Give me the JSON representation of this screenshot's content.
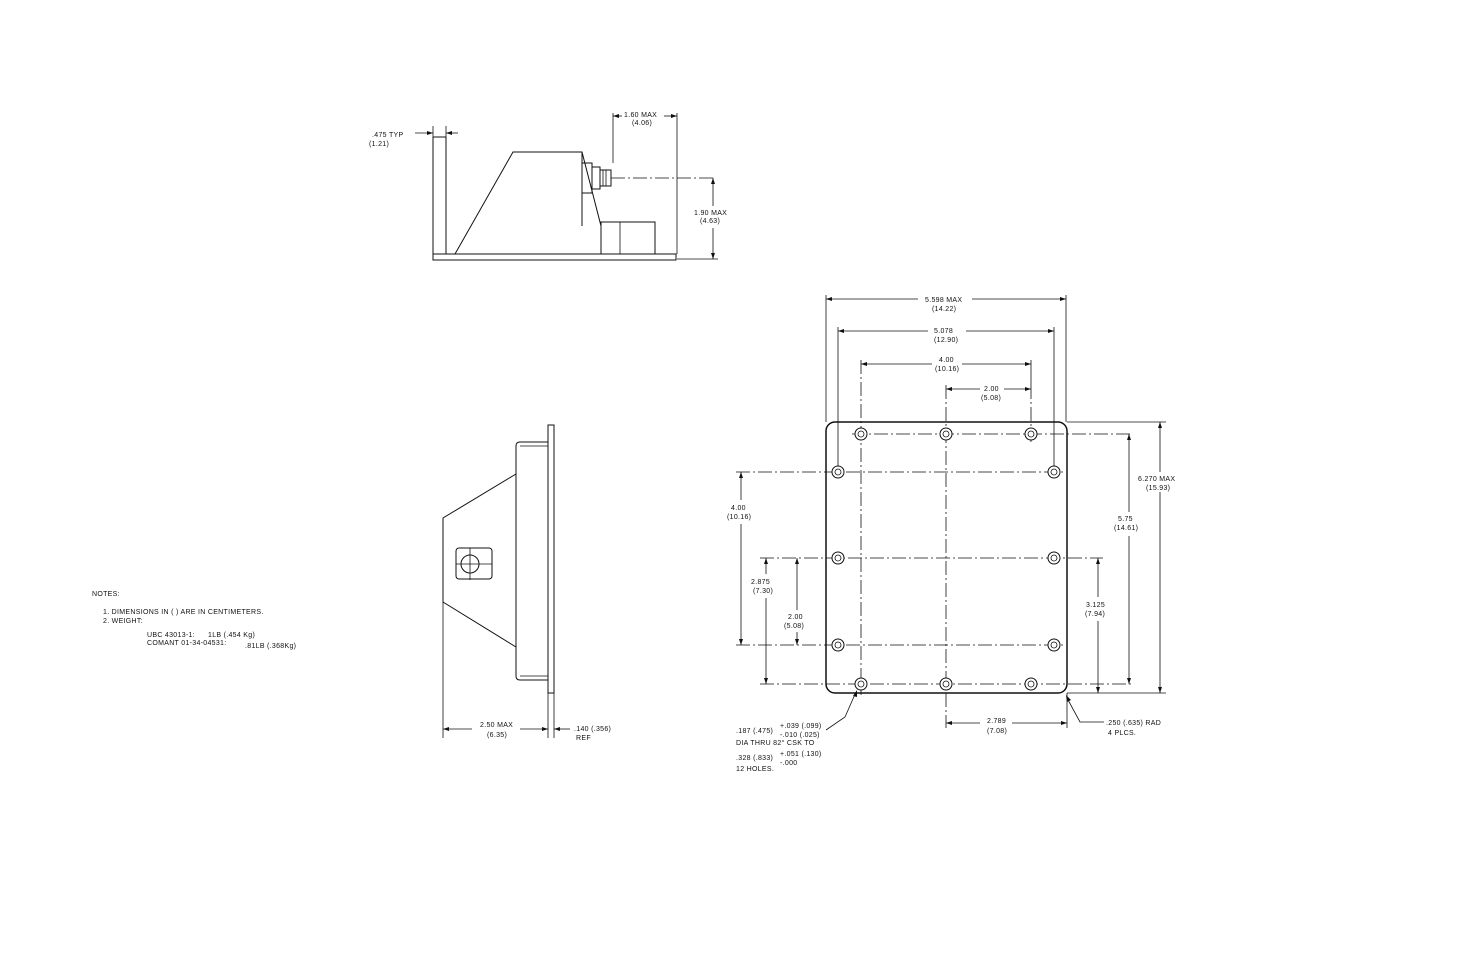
{
  "side_view": {
    "flange_thickness": ".475 TYP",
    "flange_thickness_cm": "(1.21)",
    "connector_projection": "1.60 MAX",
    "connector_projection_cm": "(4.06)",
    "height": "1.90 MAX",
    "height_cm": "(4.63)"
  },
  "end_view": {
    "depth": "2.50 MAX",
    "depth_cm": "(6.35)",
    "plate": ".140 (.356)",
    "plate_ref": "REF"
  },
  "plan_view": {
    "overall_width": "5.598 MAX",
    "overall_width_cm": "(14.22)",
    "hole_span_outer": "5.078",
    "hole_span_outer_cm": "(12.90)",
    "hole_span_inner": "4.00",
    "hole_span_inner_cm": "(10.16)",
    "hole_half_span": "2.00",
    "hole_half_span_cm": "(5.08)",
    "overall_height": "6.270 MAX",
    "overall_height_cm": "(15.93)",
    "hole_vertical_span": "5.75",
    "hole_vertical_span_cm": "(14.61)",
    "left_span": "4.00",
    "left_span_cm": "(10.16)",
    "left_mid": "2.875",
    "left_mid_cm": "(7.30)",
    "left_low": "2.00",
    "left_low_cm": "(5.08)",
    "right_mid": "3.125",
    "right_mid_cm": "(7.94)",
    "bottom_offset": "2.789",
    "bottom_offset_cm": "(7.08)",
    "corner_radius": ".250 (.635) RAD",
    "corner_radius_count": "4 PLCS.",
    "hole_note_1": ".187 (.475)",
    "hole_note_tol_plus": "+.039 (.099)",
    "hole_note_tol_minus": "-.010 (.025)",
    "hole_note_2": "DIA THRU 82° CSK TO",
    "hole_note_3": ".328 (.833)",
    "hole_note_csk_plus": "+.051 (.130)",
    "hole_note_csk_minus": "-.000",
    "hole_note_4": "12 HOLES."
  },
  "notes": {
    "title": "NOTES:",
    "note1": "1. DIMENSIONS IN ( ) ARE IN CENTIMETERS.",
    "note2": "2. WEIGHT:",
    "weight1_label": "UBC 43013-1:",
    "weight1_value": "1LB (.454 Kg)",
    "weight2_label": "COMANT 01-34-04531:",
    "weight2_value": ".81LB (.368Kg)"
  }
}
